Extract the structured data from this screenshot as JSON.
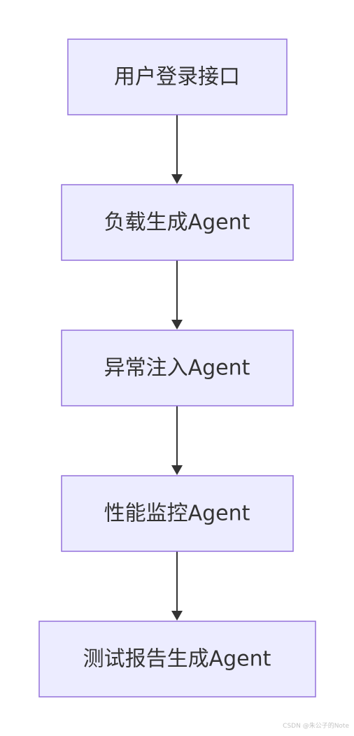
{
  "diagram": {
    "type": "flowchart",
    "direction": "top-to-bottom",
    "colors": {
      "node_fill": "#ececff",
      "node_border": "#9370db",
      "text": "#333333",
      "edge": "#333333"
    },
    "nodes": [
      {
        "id": "n1",
        "label": "用户登录接口"
      },
      {
        "id": "n2",
        "label": "负载生成Agent"
      },
      {
        "id": "n3",
        "label": "异常注入Agent"
      },
      {
        "id": "n4",
        "label": "性能监控Agent"
      },
      {
        "id": "n5",
        "label": "测试报告生成Agent"
      }
    ],
    "edges": [
      {
        "from": "n1",
        "to": "n2"
      },
      {
        "from": "n2",
        "to": "n3"
      },
      {
        "from": "n3",
        "to": "n4"
      },
      {
        "from": "n4",
        "to": "n5"
      }
    ]
  },
  "watermark": "CSDN @朱公子的Note"
}
